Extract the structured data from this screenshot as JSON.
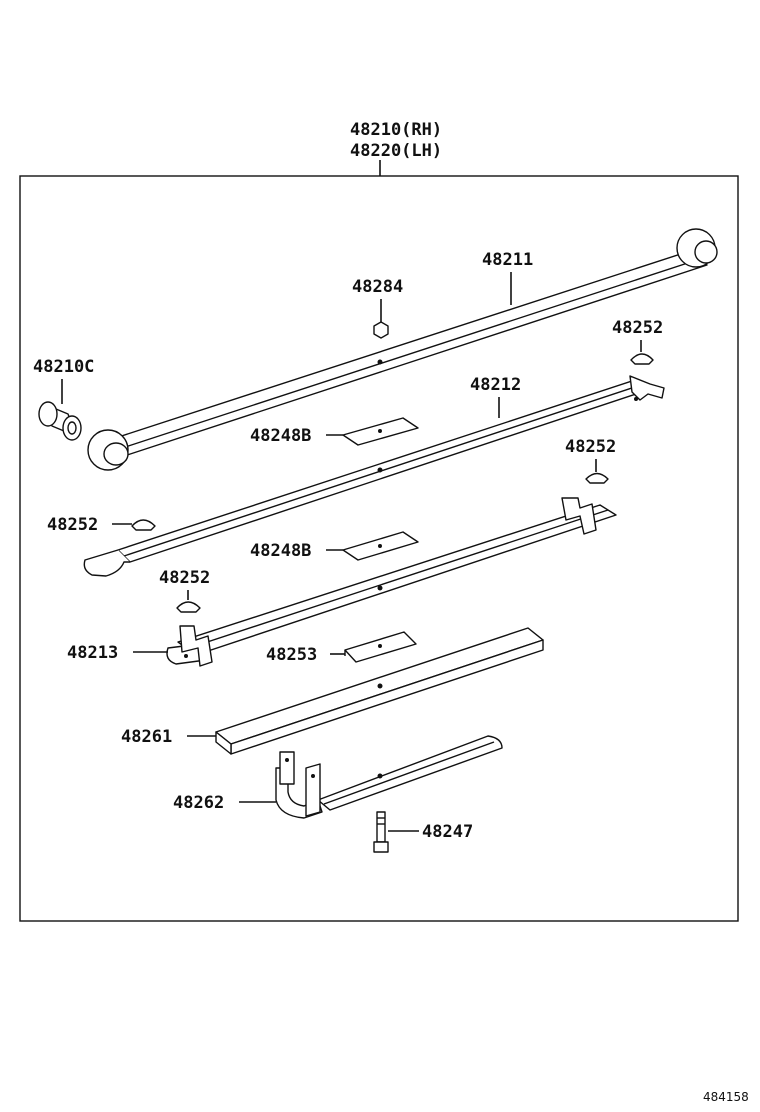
{
  "title_lines": [
    "48210(RH)",
    "48220(LH)"
  ],
  "parts": [
    {
      "key": "p48284",
      "label": "48284"
    },
    {
      "key": "p48211",
      "label": "48211"
    },
    {
      "key": "p48252a",
      "label": "48252"
    },
    {
      "key": "p48210c",
      "label": "48210C"
    },
    {
      "key": "p48212",
      "label": "48212"
    },
    {
      "key": "p48248a",
      "label": "48248B"
    },
    {
      "key": "p48252b",
      "label": "48252"
    },
    {
      "key": "p48252c",
      "label": "48252"
    },
    {
      "key": "p48248b",
      "label": "48248B"
    },
    {
      "key": "p48252d",
      "label": "48252"
    },
    {
      "key": "p48213",
      "label": "48213"
    },
    {
      "key": "p48253",
      "label": "48253"
    },
    {
      "key": "p48261",
      "label": "48261"
    },
    {
      "key": "p48262",
      "label": "48262"
    },
    {
      "key": "p48247",
      "label": "48247"
    }
  ],
  "figure_number": "484158"
}
